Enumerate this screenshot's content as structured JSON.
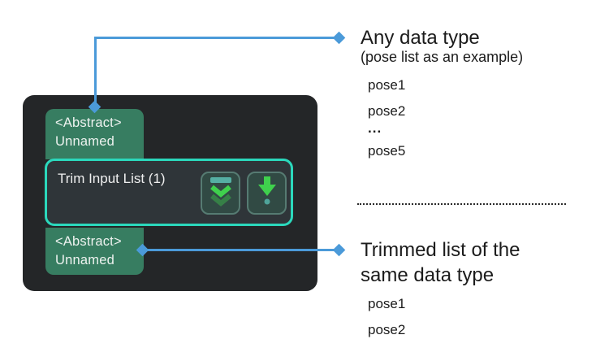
{
  "node": {
    "title": "Trim Input List (1)",
    "input_port": {
      "line1": "<Abstract>",
      "line2": "Unnamed"
    },
    "output_port": {
      "line1": "<Abstract>",
      "line2": "Unnamed"
    },
    "buttons": [
      {
        "icon": "collapse-icon"
      },
      {
        "icon": "down-arrow-icon"
      }
    ]
  },
  "annotations": {
    "input": {
      "title": "Any data type",
      "subtitle": "(pose list as an example)",
      "items": [
        "pose1",
        "pose2",
        "...",
        "pose5"
      ]
    },
    "output": {
      "title_line1": "Trimmed list of the",
      "title_line2": "same data type",
      "items": [
        "pose1",
        "pose2"
      ]
    }
  },
  "colors": {
    "panel_background": "#242628",
    "port_badge_green": "#377D61",
    "node_fill": "#2F3539",
    "node_border_teal": "#2BD8BC",
    "connector_blue": "#4B9AD9",
    "button_fill": "#314A44",
    "button_border": "#567B72",
    "icon_green": "#3FD14D",
    "icon_teal": "#55AFA3",
    "annotation_text": "#1B1B1B"
  }
}
